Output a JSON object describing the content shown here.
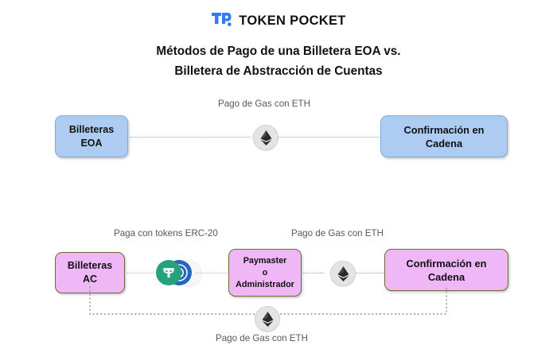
{
  "brand": {
    "mark_text": "TP",
    "name": "TOKEN POCKET",
    "mark_color": "#2f7cf6",
    "name_color": "#111111"
  },
  "title": {
    "line1": "Métodos de Pago de una Billetera EOA  vs.",
    "line2": "Billetera de Abstracción de Cuentas"
  },
  "diagram": {
    "row1": {
      "start_node": {
        "line1": "Billeteras",
        "line2": "EOA",
        "color": "#aecbf2"
      },
      "edge_label": "Pago de Gas con ETH",
      "coin": "ethereum-icon",
      "end_node": {
        "line1": "Confirmación en",
        "line2": "Cadena",
        "color": "#aecbf2"
      }
    },
    "row2": {
      "start_node": {
        "line1": "Billeteras",
        "line2": "AC",
        "color": "#f0b7f6"
      },
      "edge_label_left": "Paga con tokens ERC-20",
      "tokens": [
        "usdt-icon",
        "usdc-icon",
        "token-blank-icon"
      ],
      "middle_node": {
        "line1": "Paymaster",
        "line2": "o",
        "line3": "Administrador",
        "color": "#f0b7f6"
      },
      "edge_label_right": "Pago de Gas con ETH",
      "coin": "ethereum-icon",
      "end_node": {
        "line1": "Confirmación en",
        "line2": "Cadena",
        "color": "#f0b7f6"
      }
    },
    "bottom_path": {
      "coin": "ethereum-icon",
      "edge_label": "Pago de Gas con ETH"
    }
  }
}
